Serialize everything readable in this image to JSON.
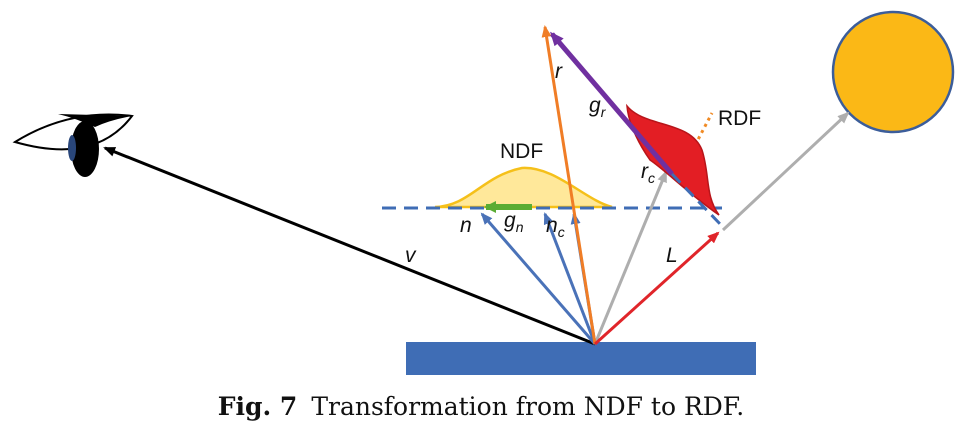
{
  "labels": {
    "ndf": "NDF",
    "rdf": "RDF",
    "v": "v",
    "n": "n",
    "g_n": "g",
    "g_n_sub": "n",
    "n_c": "n",
    "n_c_sub": "c",
    "r": "r",
    "g_r": "g",
    "g_r_sub": "r",
    "r_c": "r",
    "r_c_sub": "c",
    "L": "L"
  },
  "caption": {
    "number": "Fig. 7",
    "text": "Transformation from NDF to RDF."
  },
  "colors": {
    "surface": "#3f6db5",
    "sun": "#fbb816",
    "sun_stroke": "#3b5d9a",
    "view_vector": "#000000",
    "normals": "#4a72b8",
    "reflection": "#f07d26",
    "g_r": "#7030a0",
    "g_n": "#5aac34",
    "light": "#e0252a",
    "light_outgoing": "#aeaeae",
    "ndf_fill": "#ffe89a",
    "ndf_stroke": "#f5c01a",
    "rdf_fill": "#e31e24",
    "rdf_axis": "#f08a24",
    "dashed_line": "#3f6db5"
  }
}
